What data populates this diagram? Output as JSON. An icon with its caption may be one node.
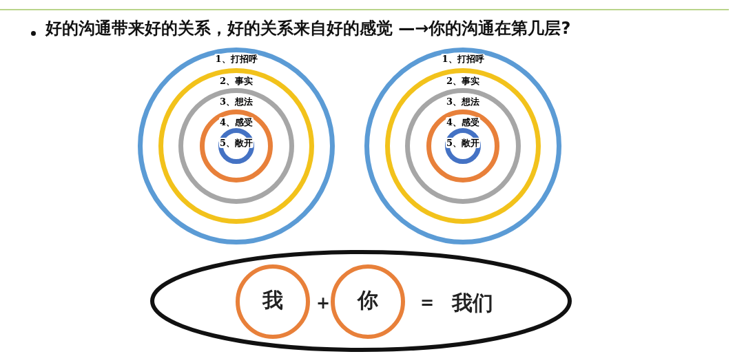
{
  "diagram": {
    "title": "好的沟通带来好的关系，好的关系来自好的感觉 —→你的沟通在第几层?",
    "nodes": [
      {
        "text": [
          "1、打招呼"
        ]
      },
      {
        "text": [
          "2、事实"
        ],
        "in": 0
      },
      {
        "text": [
          "3、想法"
        ],
        "in": 1
      },
      {
        "text": [
          "4、感受"
        ],
        "in": 2
      },
      {
        "text": [
          "5、敞开"
        ],
        "in": 3
      },
      {
        "text": [
          "1、打招呼"
        ]
      },
      {
        "text": [
          "2、事实"
        ],
        "in": 5
      },
      {
        "text": [
          "3、想法"
        ],
        "in": 6
      },
      {
        "text": [
          "4、感受"
        ],
        "in": 7
      },
      {
        "text": [
          "5、敞开"
        ],
        "in": 8
      },
      {
        "text": [],
        "shape": "ellipse"
      },
      {
        "text": [
          "我"
        ],
        "in": 10
      },
      {
        "text": [
          "你"
        ],
        "in": 10
      }
    ],
    "edges": [],
    "labels": [
      "+",
      "=",
      "我们"
    ]
  }
}
